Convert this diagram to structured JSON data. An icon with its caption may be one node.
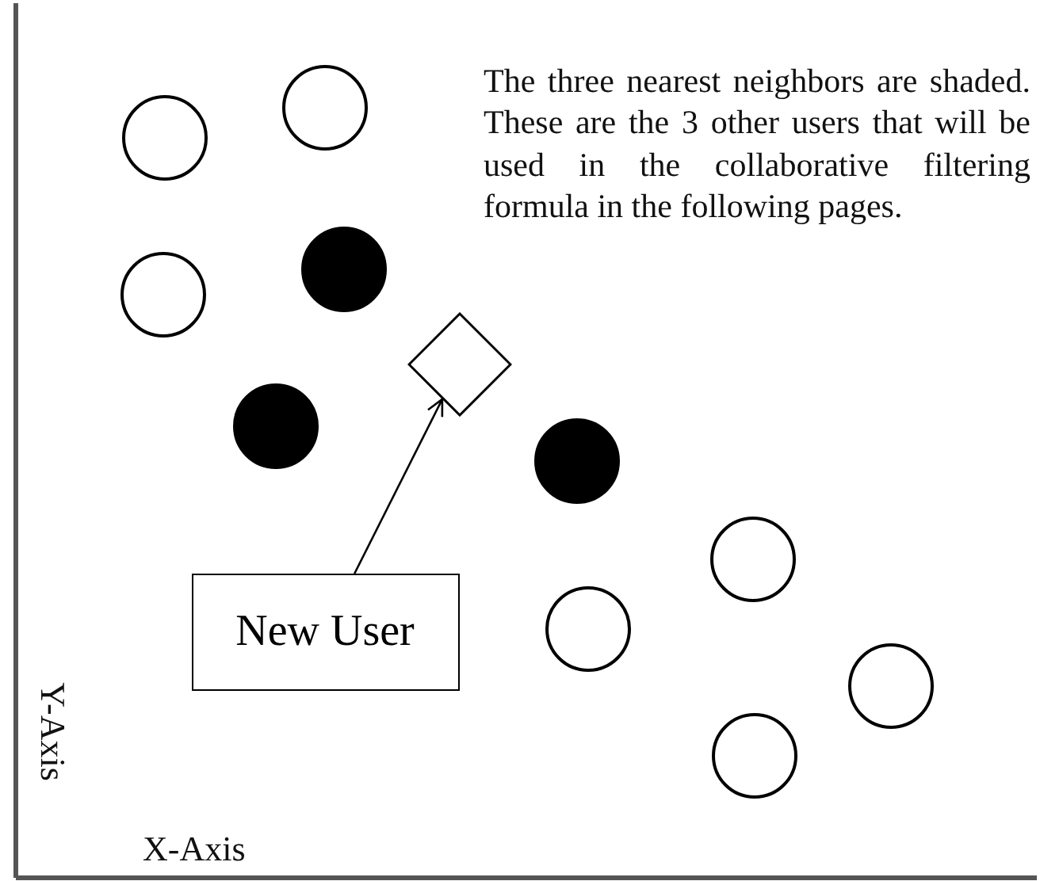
{
  "diagram": {
    "nodes": [
      {
        "text": [],
        "shape": "circle"
      },
      {
        "text": [],
        "shape": "circle"
      },
      {
        "text": [],
        "shape": "circle"
      },
      {
        "text": [],
        "shape": "circle"
      },
      {
        "text": [],
        "shape": "diamond"
      },
      {
        "text": [],
        "shape": "circle"
      },
      {
        "text": [],
        "shape": "circle"
      },
      {
        "text": [],
        "shape": "circle"
      },
      {
        "text": [
          "New User"
        ]
      },
      {
        "text": [],
        "shape": "circle"
      },
      {
        "text": [],
        "shape": "circle"
      },
      {
        "text": [],
        "shape": "circle"
      }
    ],
    "edges": [
      {
        "from": 8,
        "to": 4,
        "arrow": "to"
      }
    ],
    "labels": [
      "The three nearest neighbors are shaded. These are the 3 other users that will be used in the collaborative filtering formula in the following pages.",
      "Y-Axis",
      "X-Axis"
    ]
  }
}
